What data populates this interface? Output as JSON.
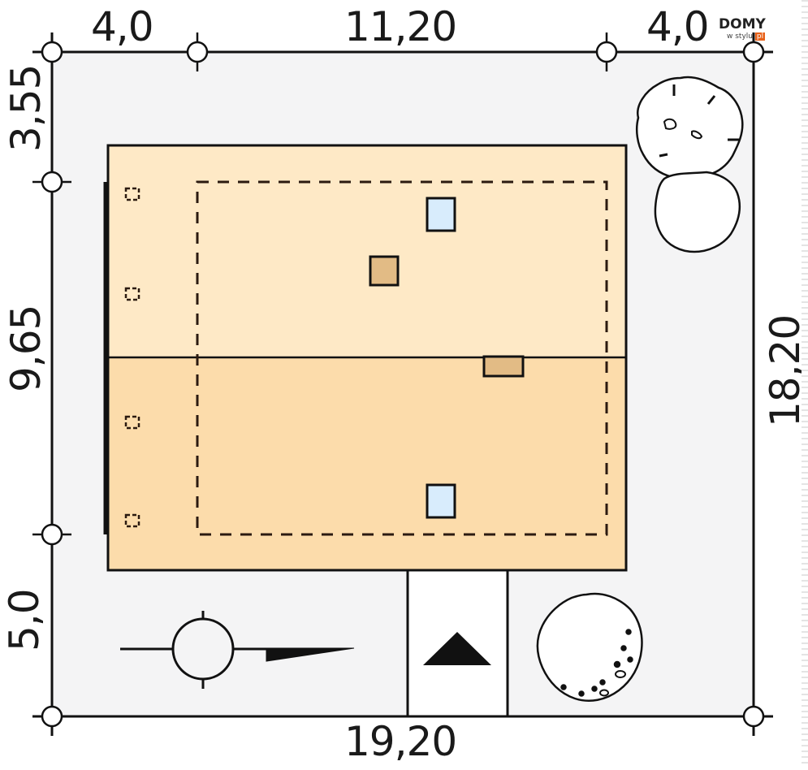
{
  "logo": {
    "brand": "DOMY",
    "sub": "w stylu",
    "pl": "pl"
  },
  "dimensions": {
    "top": [
      "4,0",
      "11,20",
      "4,0"
    ],
    "bottom": "19,20",
    "left": [
      "3,55",
      "9,65",
      "5,0"
    ],
    "right": "18,20"
  },
  "colors": {
    "plot_fill": "#f4f4f5",
    "roof_upper": "#fee9c6",
    "roof_lower": "#fcdcab",
    "skylight": "#d8ecfc",
    "chimney": "#e2bb85",
    "line": "#111111",
    "driveway": "#ffffff"
  },
  "symbols": {
    "north_arrow": "north-arrow",
    "entrance": "entrance-triangle",
    "trees": [
      "tree-top-right-1",
      "tree-top-right-2",
      "tree-bottom-right"
    ]
  }
}
